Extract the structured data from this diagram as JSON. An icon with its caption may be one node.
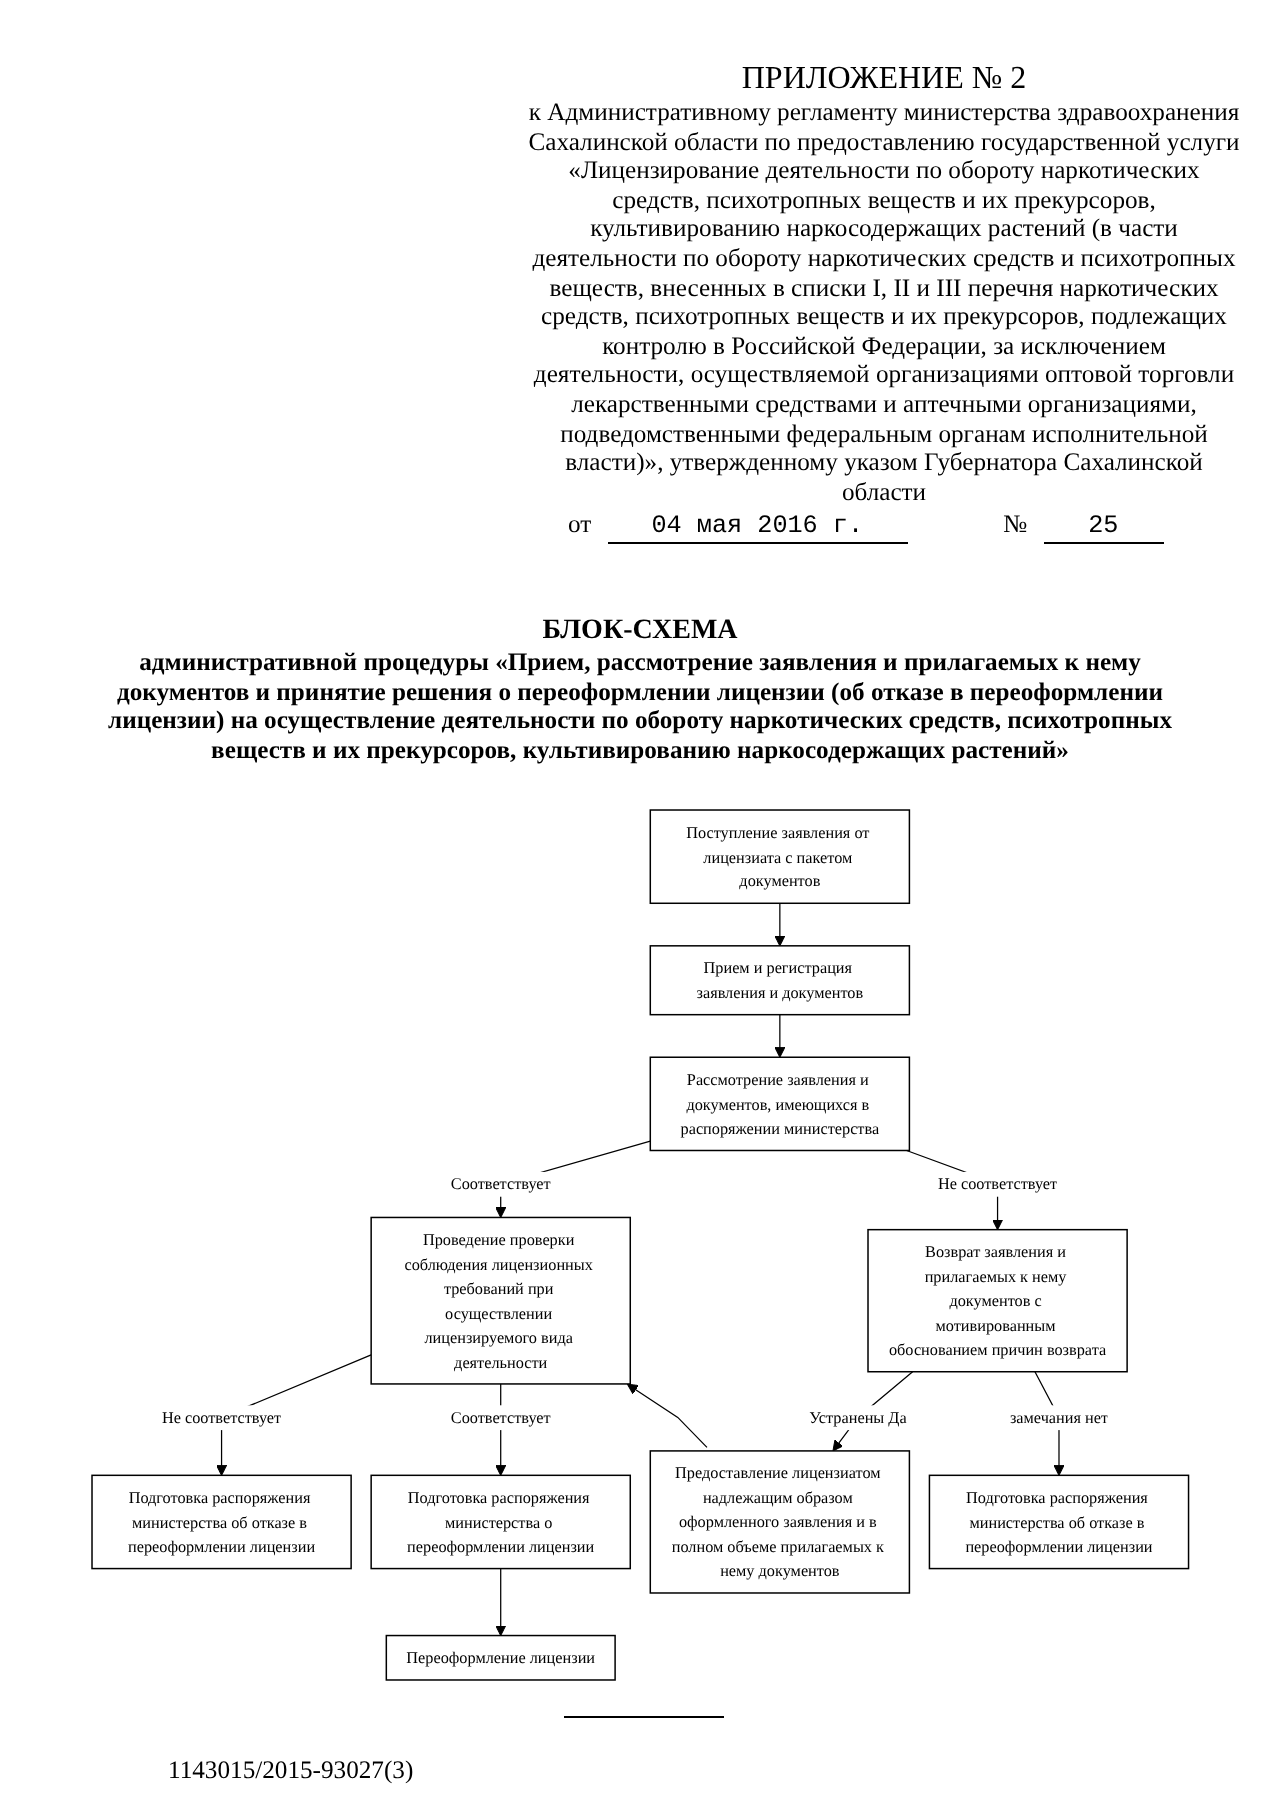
{
  "diagram": {
    "title": "БЛОК-СХЕМА",
    "nodes": [
      {
        "text": [
          "Поступление заявления от лицензиата с пакетом документов"
        ]
      },
      {
        "text": [
          "Прием и регистрация заявления и документов"
        ]
      },
      {
        "text": [
          "Рассмотрение заявления и документов, имеющихся в распоряжении министерства"
        ]
      },
      {
        "text": [
          "Проведение проверки соблюдения лицензионных требований при осуществлении лицензируемого вида деятельности"
        ]
      },
      {
        "text": [
          "Возврат заявления и прилагаемых к нему документов с мотивированным обоснованием причин возврата"
        ]
      },
      {
        "text": [
          "Подготовка распоряжения министерства об отказе в переоформлении лицензии"
        ]
      },
      {
        "text": [
          "Подготовка распоряжения министерства о переоформлении лицензии"
        ]
      },
      {
        "text": [
          "Предоставление лицензиатом надлежащим образом оформленного заявления и в полном объеме прилагаемых к нему документов"
        ]
      },
      {
        "text": [
          "Подготовка распоряжения министерства об отказе в переоформлении лицензии"
        ]
      },
      {
        "text": [
          "Переоформление лицензии"
        ]
      }
    ],
    "edges": [
      {
        "from": 0,
        "to": 1,
        "arrow": "to"
      },
      {
        "from": 1,
        "to": 2,
        "arrow": "to"
      },
      {
        "from": 2,
        "to": 3,
        "arrow": "to",
        "label": "Соответствует"
      },
      {
        "from": 2,
        "to": 4,
        "arrow": "to",
        "label": "Не соответствует"
      },
      {
        "from": 3,
        "to": 5,
        "arrow": "to",
        "label": "Не соответствует"
      },
      {
        "from": 3,
        "to": 6,
        "arrow": "to",
        "label": "Соответствует"
      },
      {
        "from": 4,
        "to": 7,
        "arrow": "to",
        "label": "Устранены Да"
      },
      {
        "from": 4,
        "to": 8,
        "arrow": "to",
        "label": "замечания нет"
      },
      {
        "from": 6,
        "to": 9,
        "arrow": "to"
      },
      {
        "from": 7,
        "to": 3,
        "arrow": "to"
      }
    ],
    "labels": [
      "ПРИЛОЖЕНИЕ № 2",
      "к Административному регламенту министерства здравоохранения Сахалинской области по предоставлению государственной услуги «Лицензирование деятельности по обороту наркотических средств, психотропных веществ и их прекурсоров, культивированию наркосодержащих растений (в части деятельности по обороту наркотических средств и психотропных веществ, внесенных в списки I, II и III перечня наркотических средств, психотропных веществ и их прекурсоров, подлежащих контролю в Российской Федерации, за исключением деятельности, осуществляемой организациями оптовой торговли лекарственными средствами и аптечными организациями, подведомственными федеральным органам исполнительной власти)», утвержденному указом Губернатора Сахалинской области",
      "от",
      "04 мая 2016 г.",
      "№",
      "25",
      "административной процедуры «Прием, рассмотрение заявления и прилагаемых к нему документов и принятие решения о переоформлении лицензии (об отказе в переоформлении лицензии) на осуществление деятельности по обороту наркотических средств, психотропных веществ и их прекурсоров, культивированию наркосодержащих растений»",
      "1143015/2015-93027(3)"
    ]
  }
}
